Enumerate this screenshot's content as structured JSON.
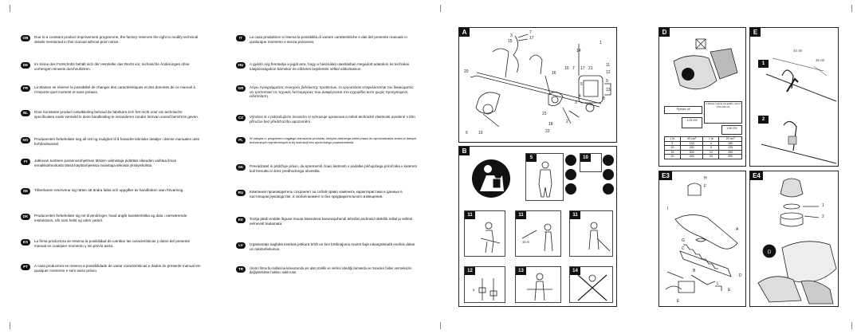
{
  "languages_left": [
    {
      "code": "GB",
      "text": "Due to a constant product improvement programme, the factory reserves the right to modify technical details mentioned in this manual without prior notice."
    },
    {
      "code": "DE",
      "text": "Im Sinne des Fortschritts behält sich der Hersteller das Recht vor, technische Änderungen ohne vorherigen Hinweis durchzuführen."
    },
    {
      "code": "FR",
      "text": "La Maison se réserve la possibilité de changer des caractéristiques et des données de ce manuel à n'importe quel moment et sans préavis."
    },
    {
      "code": "NL",
      "text": "Door konstante product ontwikkeling behoud de fabrikant zich het recht voor om technische specificaties zoals vermeld in deze handleiding te veranderen zonder hiervan vooraf bericht te geven."
    },
    {
      "code": "NO",
      "text": "Produsenten forbeholder seg all rett og mulighet til å forandre tekniske detaljer i denne manualen uten forhåndsvarsel."
    },
    {
      "code": "FI",
      "text": "Jatkuvan tuotteen parannusohjelman tähden valmistaja pidättää oikeuden vaihtaa ilman ennakkoilmoitusta tässä käyttöohjeessa mainittuja teknisiä yksityiskohtia."
    },
    {
      "code": "SE",
      "text": "Tillverkaren reserverar sig rätten att ändra fakta och uppgifter av handboken utan förvarning."
    },
    {
      "code": "DK",
      "text": "Producenten forbeholder sig ret til ændringer, hvad angår karakteristika og data i nærværende instruktions, når som helst og uden varsel."
    },
    {
      "code": "ES",
      "text": "La firma productora se reserva la posibilidad de cambiar las características y datos del presente manual en cualquier momento y sin previo aviso."
    },
    {
      "code": "PT",
      "text": "A casa productora se reserva a possibilidade de variar características e dados do presente manual em qualquer momento e sem aviso prévio."
    }
  ],
  "languages_right": [
    {
      "code": "IT",
      "text": "La casa produttrice si riserva la possibilità di variare caratteristiche e dati del presente manuale in qualunque momento e senza preavviso."
    },
    {
      "code": "HU",
      "text": "A gyártó cég fenntartja a jogát arra, hogy a használati utasításban megadott adatokon és technikai tulajdonságokon bármikor és előzetes bejelentés nélkül változtasson."
    },
    {
      "code": "GR",
      "text": "Λόγω προγράμματος συνεχούς βελτίωσης προϊόντων, το εργοστάσιο επιφυλάσσεται του δικαιώματος να τροποποιεί τις τεχνικές λεπτομέρειες που αναφέρονται στο εγχειρίδιο αυτό χωρίς προηγούμενη ειδοποίηση."
    },
    {
      "code": "CZ",
      "text": "Výrobce si v pokračujícím inovacím si vyhrazuje upravovat a měnit technické vlastnosti uvedené v této příručce bez předchozího upozornění."
    },
    {
      "code": "PL",
      "text": "W związku z programem ciągłego ulepszania produktu, fabryka zastrzega sobie prawo do wprowadzania zmian w danych technicznych wymienionych w tej instrukcji bez uprzedniego powiadomienia."
    },
    {
      "code": "SK",
      "text": "Prevádzateľ si pridržuje právo, da sprememb znaci lastnosti v podatke pričujočega priročnika v katerem koli trenutku in brez predhodnega obvestila."
    },
    {
      "code": "RU",
      "text": "Компания производитель сохраняет за собой право изменить характеристики и данные в настоящем руководстве, в любой момент и без предварительного извещения."
    },
    {
      "code": "EE",
      "text": "Tootja jätab endale õiguse muuta käesoleva kasutusjuhendi tehnilisi andmeid ükskõik millal ja sellest eelnevalt teatamata."
    },
    {
      "code": "LV",
      "text": "Izgatavotājs saglabā tiesības jebkurā brīdī un bez brīdinājuma mainīt šajā rokasgrāmatā esošos datus un raksturlielumus."
    },
    {
      "code": "TR",
      "text": "Üretici firma bu kullanma kılavuzunda yer alan özellik ve verileri istediği zamanda ve önceden haber vermeksizin değiştirebilme hakkını saklı tutar."
    }
  ],
  "panels": {
    "A": {
      "label": "A",
      "callouts": [
        "3",
        "7",
        "15",
        "17",
        "1",
        "14",
        "20",
        "16",
        "10",
        "7",
        "17",
        "21",
        "11",
        "12",
        "9",
        "13",
        "5",
        "4",
        "8",
        "3",
        "23",
        "18",
        "2",
        "6",
        "19",
        "22"
      ]
    },
    "B": {
      "label": "B",
      "subs": [
        "5",
        "10",
        "11",
        "11",
        "11",
        "12",
        "13",
        "14"
      ],
      "distance": "15 m",
      "letter_a": "a"
    },
    "D": {
      "label": "D",
      "table_header_left": "Pyrmex oil",
      "table_header_right": "2-Stroke engine oil quality: rati of 1:50 (2% oil)",
      "ratio_left": "1:25 4%",
      "ratio_right": "1:50 2%",
      "columns": [
        "1 ltr",
        "40 cm³",
        "1 ltr",
        "20 cm³"
      ],
      "rows": [
        [
          "5",
          "100",
          "4",
          "180"
        ],
        [
          "10",
          "200",
          "5",
          "125"
        ],
        [
          "15",
          "300",
          "10",
          "250"
        ],
        [
          "20",
          "400",
          "20",
          "500"
        ]
      ]
    },
    "E": {
      "label": "E",
      "step1": "1",
      "step2": "2",
      "dim1": "44 cm",
      "dim2": "15 cm"
    },
    "E3": {
      "label": "E3",
      "letters": [
        "H",
        "F",
        "I",
        "A",
        "G",
        "C",
        "D",
        "B",
        "L",
        "E",
        "E"
      ]
    },
    "E4": {
      "label": "E4",
      "numbers": [
        "1",
        "2"
      ],
      "circle": "D"
    }
  }
}
